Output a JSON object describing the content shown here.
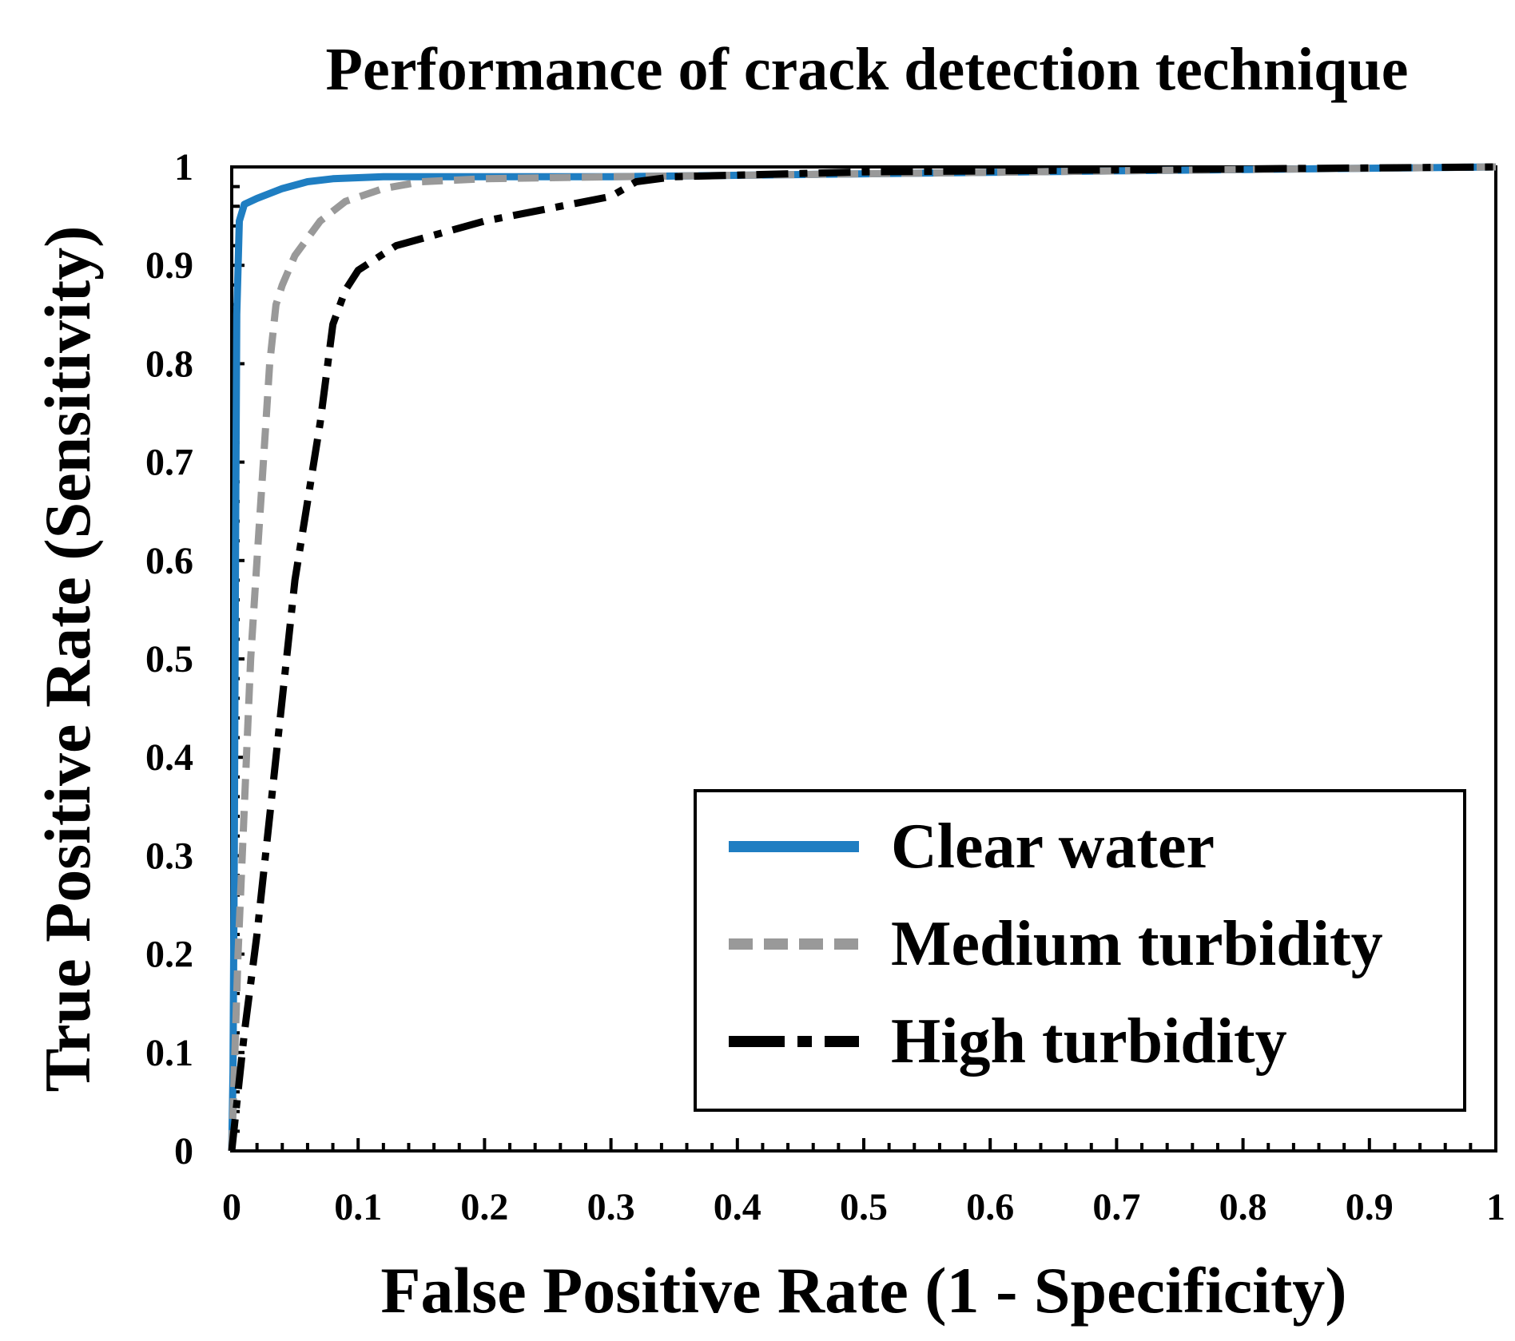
{
  "chart_data": {
    "type": "line",
    "title": "Performance of crack detection technique",
    "xlabel": "False Positive Rate (1 - Specificity)",
    "ylabel": "True Positive Rate (Sensitivity)",
    "xlim": [
      0,
      1
    ],
    "ylim": [
      0,
      1
    ],
    "xticks": [
      "0",
      "0.1",
      "0.2",
      "0.3",
      "0.4",
      "0.5",
      "0.6",
      "0.7",
      "0.8",
      "0.9",
      "1"
    ],
    "yticks": [
      "0",
      "0.1",
      "0.2",
      "0.3",
      "0.4",
      "0.5",
      "0.6",
      "0.7",
      "0.8",
      "0.9",
      "1"
    ],
    "grid": false,
    "legend_position": "bottom-right",
    "series": [
      {
        "name": "Clear water",
        "style": "solid",
        "color": "#1f7ec2",
        "x": [
          0,
          0.001,
          0.002,
          0.003,
          0.004,
          0.006,
          0.01,
          0.02,
          0.04,
          0.06,
          0.08,
          0.12,
          0.2,
          0.3,
          0.5,
          0.7,
          1.0
        ],
        "y": [
          0,
          0.08,
          0.3,
          0.6,
          0.85,
          0.945,
          0.962,
          0.968,
          0.978,
          0.985,
          0.988,
          0.99,
          0.99,
          0.99,
          0.993,
          0.996,
          1.0
        ]
      },
      {
        "name": "Medium turbidity",
        "style": "dashed",
        "color": "#999999",
        "x": [
          0,
          0.005,
          0.01,
          0.015,
          0.02,
          0.025,
          0.03,
          0.035,
          0.04,
          0.05,
          0.07,
          0.09,
          0.12,
          0.15,
          0.2,
          0.3,
          0.5,
          0.7,
          1.0
        ],
        "y": [
          0,
          0.2,
          0.35,
          0.5,
          0.6,
          0.7,
          0.8,
          0.86,
          0.88,
          0.91,
          0.945,
          0.965,
          0.978,
          0.985,
          0.988,
          0.99,
          0.993,
          0.996,
          1.0
        ]
      },
      {
        "name": "High turbidity",
        "style": "dashdot",
        "color": "#000000",
        "x": [
          0,
          0.01,
          0.02,
          0.03,
          0.04,
          0.05,
          0.06,
          0.07,
          0.08,
          0.09,
          0.1,
          0.13,
          0.2,
          0.26,
          0.3,
          0.32,
          0.35,
          0.5,
          0.7,
          1.0
        ],
        "y": [
          0,
          0.12,
          0.22,
          0.34,
          0.46,
          0.58,
          0.66,
          0.74,
          0.84,
          0.875,
          0.895,
          0.92,
          0.945,
          0.96,
          0.97,
          0.985,
          0.99,
          0.995,
          0.997,
          1.0
        ]
      }
    ]
  }
}
